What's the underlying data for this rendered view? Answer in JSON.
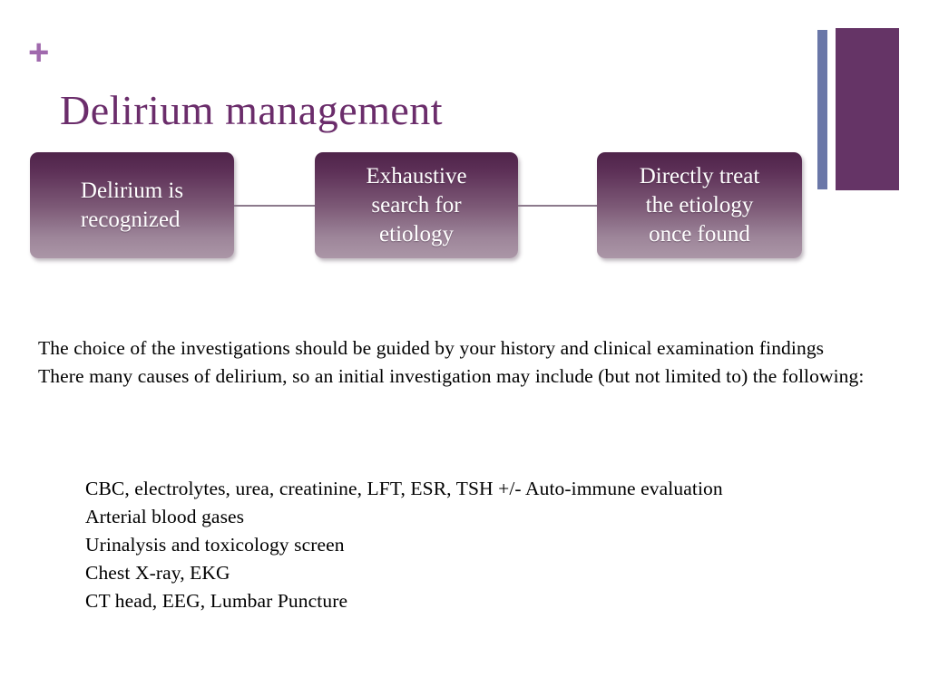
{
  "slide": {
    "title": "Delirium management",
    "plus_glyph": "+",
    "title_color": "#6b2d6b",
    "plus_color": "#a069ad",
    "background_color": "#ffffff"
  },
  "decor": {
    "blue_bar_color": "#6a77a8",
    "purple_block_color": "#653466"
  },
  "flow": {
    "box_gradient_top": "#4e2349",
    "box_gradient_bottom": "#ab96a7",
    "connector_color": "#8c7a8c",
    "boxes": [
      {
        "label": "Delirium is\nrecognized"
      },
      {
        "label": "Exhaustive\nsearch for\netiology"
      },
      {
        "label": "Directly treat\nthe etiology\nonce found"
      }
    ]
  },
  "body": {
    "paragraphs": [
      "The choice of the investigations should be guided by your history and clinical examination findings",
      "There many causes of delirium, so an initial investigation may include (but not limited to) the following:"
    ],
    "sub_items": [
      "CBC, electrolytes, urea, creatinine, LFT, ESR, TSH +/- Auto-immune evaluation",
      "Arterial blood gases",
      "Urinalysis and toxicology screen",
      "Chest X-ray, EKG",
      "CT head, EEG, Lumbar Puncture"
    ]
  }
}
